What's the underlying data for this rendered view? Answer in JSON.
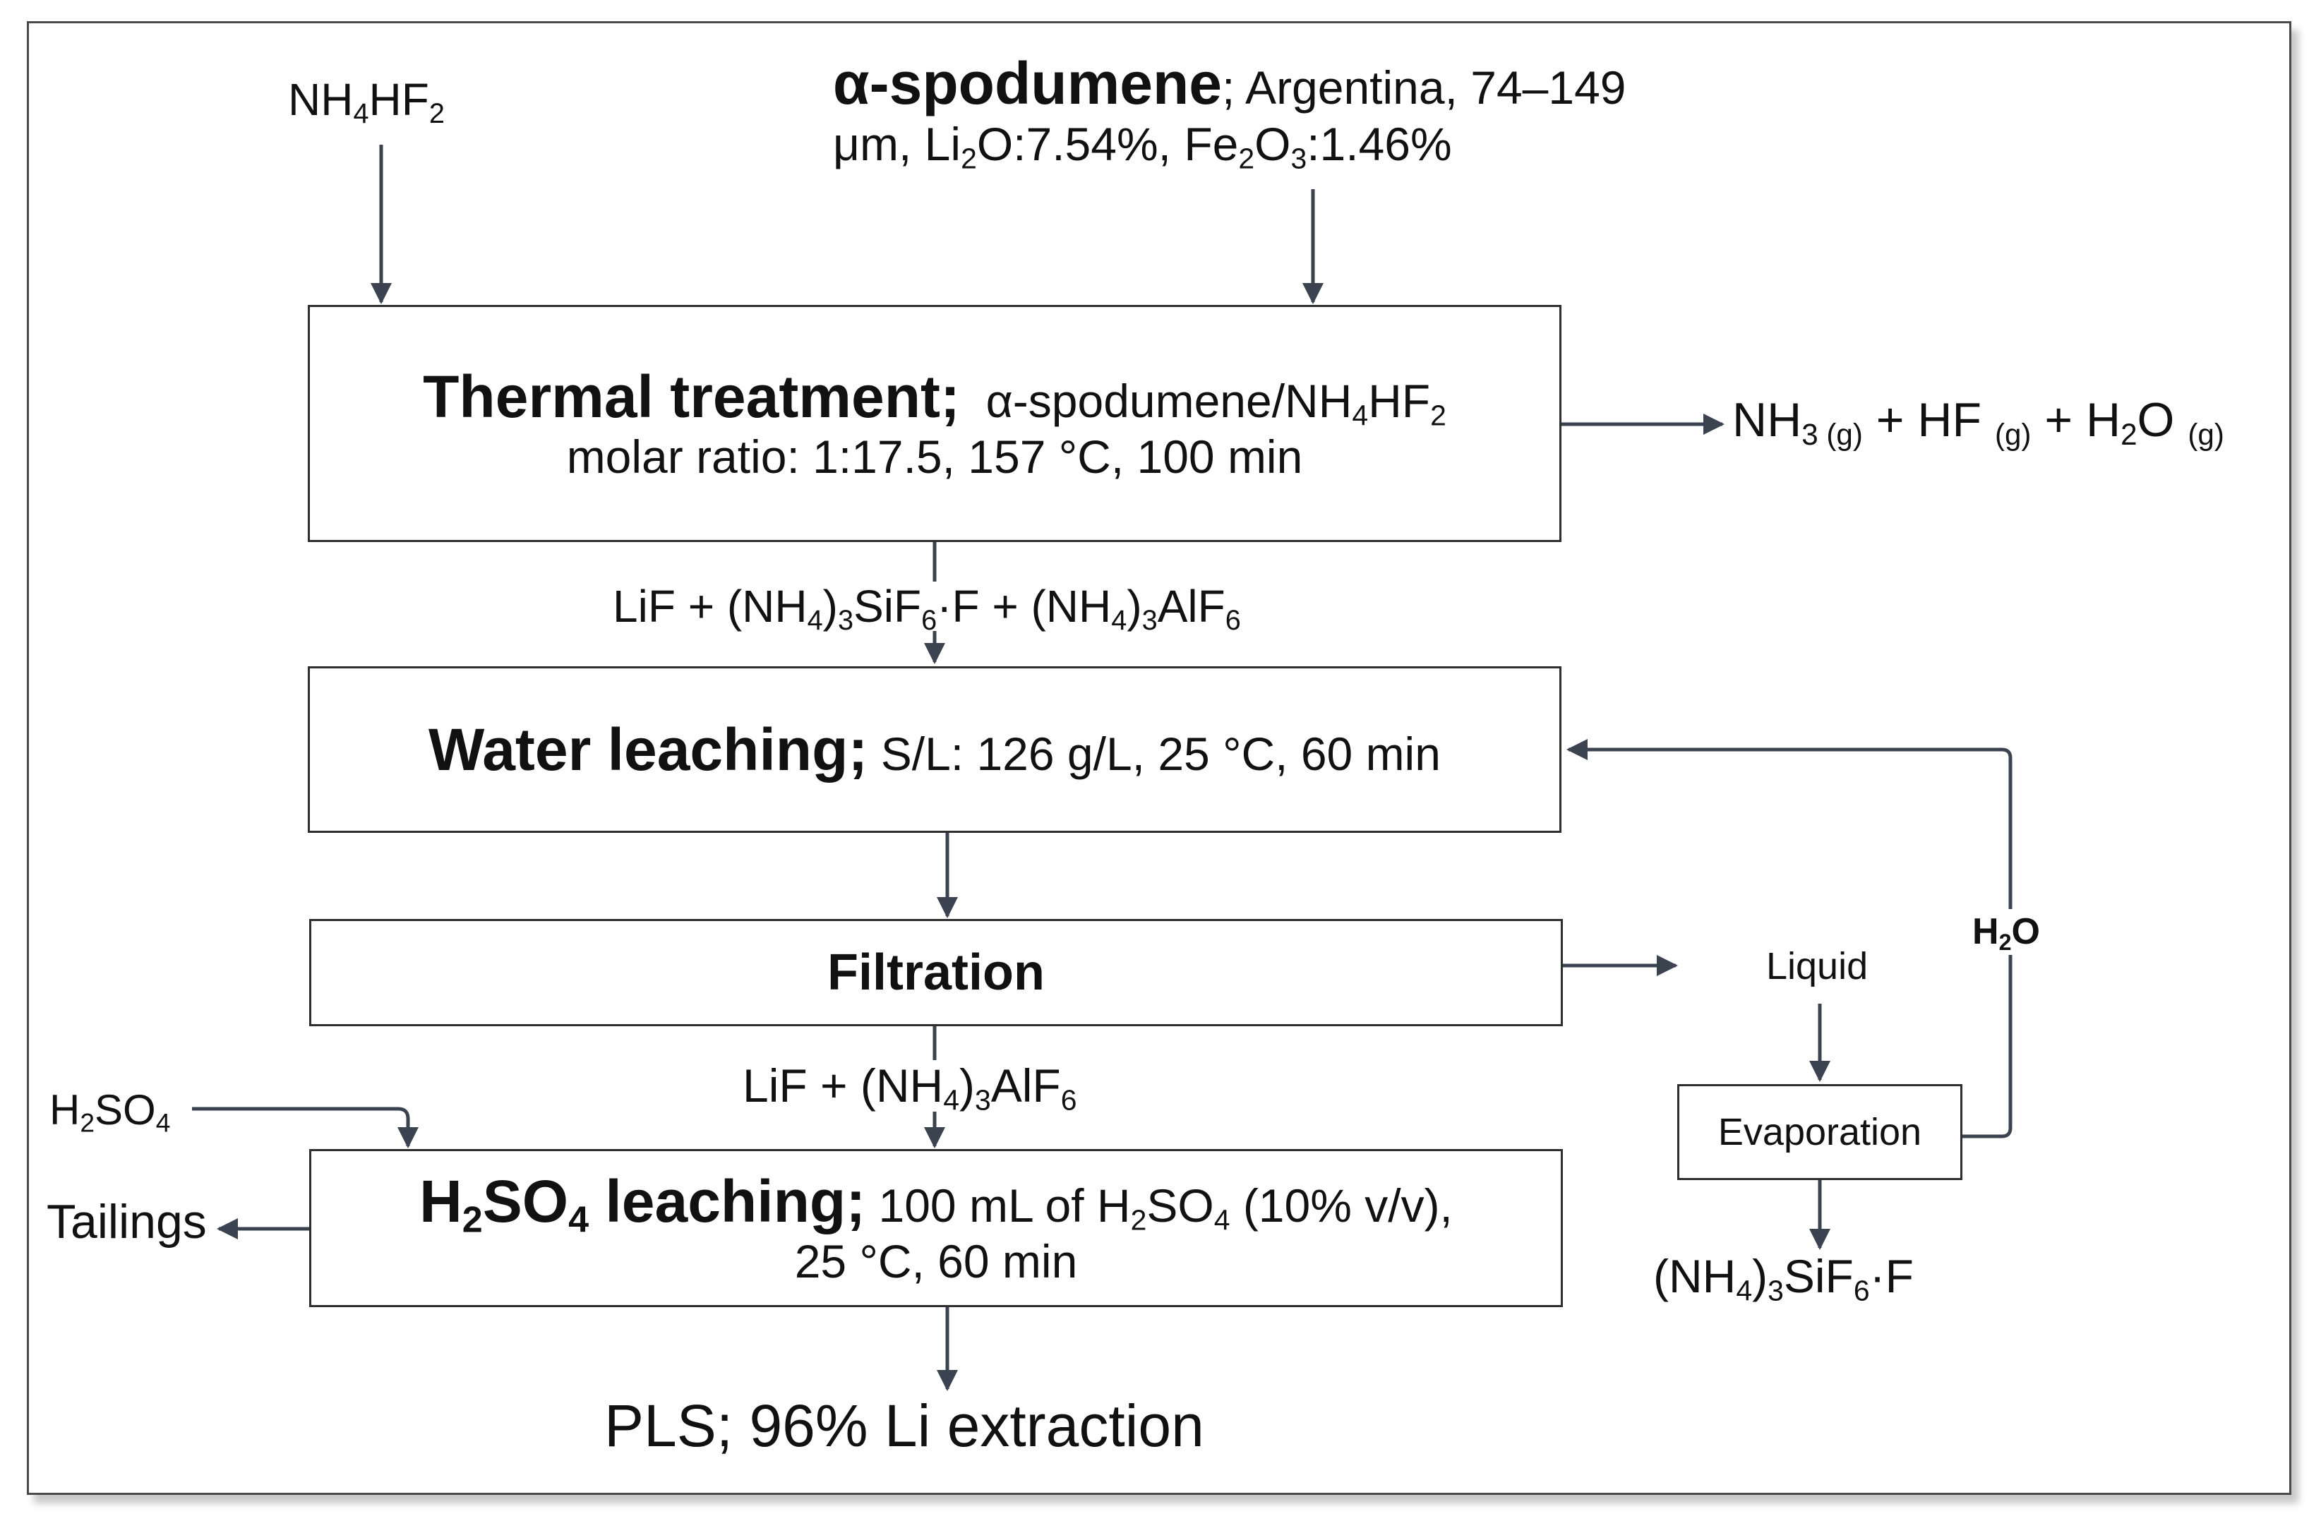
{
  "colors": {
    "arrow": "#3c4350",
    "box_border": "#2e2e2e",
    "frame": "#4a4a4a",
    "text": "#111111"
  },
  "inputs": {
    "nh4hf2": {
      "a": "NH",
      "s1": "4",
      "b": "HF",
      "s2": "2"
    },
    "spodumene": {
      "name": "α-spodumene",
      "rest1": "; Argentina, 74–149",
      "l2a": "μm, Li",
      "l2s1": "2",
      "l2b": "O:7.54%, Fe",
      "l2s2": "2",
      "l2c": "O",
      "l2s3": "3",
      "l2d": ":1.46%"
    }
  },
  "thermal": {
    "title": "Thermal treatment;",
    "d1a": "α-spodumene/NH",
    "d1s1": "4",
    "d1b": "HF",
    "d1s2": "2",
    "d2": "molar ratio: 1:17.5, 157 °C, 100 min"
  },
  "gases": {
    "a": "NH",
    "s1": "3 (g)",
    "b": " + HF ",
    "s2": "(g)",
    "c": " + H",
    "s3": "2",
    "d": "O ",
    "s4": "(g)"
  },
  "intermediate1": {
    "a": "LiF + (NH",
    "s1": "4",
    "b": ")",
    "s2": "3",
    "c": "SiF",
    "s3": "6",
    "d": "·F + (NH",
    "s4": "4",
    "e": ")",
    "s5": "3",
    "f": "AlF",
    "s6": "6"
  },
  "water": {
    "title": "Water leaching;",
    "detail": "S/L: 126 g/L, 25 °C, 60 min"
  },
  "filtration": {
    "title": "Filtration"
  },
  "liquid": {
    "label": "Liquid"
  },
  "h2o_recycle": {
    "a": "H",
    "s1": "2",
    "b": "O"
  },
  "evaporation": {
    "title": "Evaporation"
  },
  "evap_product": {
    "a": "(NH",
    "s1": "4",
    "b": ")",
    "s2": "3",
    "c": "SiF",
    "s3": "6",
    "d": "·F"
  },
  "intermediate2": {
    "a": "LiF + (NH",
    "s1": "4",
    "b": ")",
    "s2": "3",
    "c": "AlF",
    "s3": "6"
  },
  "h2so4_input": {
    "a": "H",
    "s1": "2",
    "b": "SO",
    "s2": "4"
  },
  "tailings": {
    "label": "Tailings"
  },
  "acid": {
    "t_a": "H",
    "t_s1": "2",
    "t_b": "SO",
    "t_s2": "4",
    "t_c": " leaching;",
    "d_a": " 100 mL of H",
    "d_s1": "2",
    "d_b": "SO",
    "d_s2": "4",
    "d_c": " (10% v/v),",
    "d2": "25 °C, 60 min"
  },
  "product": {
    "label": "PLS; 96% Li extraction"
  }
}
